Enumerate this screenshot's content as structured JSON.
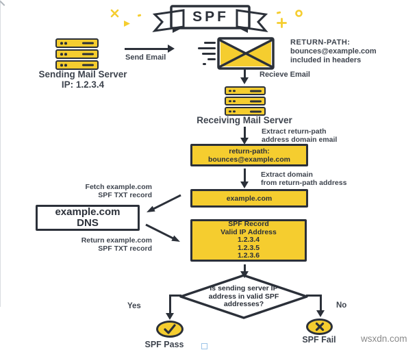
{
  "palette": {
    "yellow": "#F5CD2F",
    "outline": "#2B3039",
    "text": "#3E444E",
    "watermark": "#8A8A8A",
    "blue": "#9DC4E8"
  },
  "banner": {
    "title": "SPF"
  },
  "sender": {
    "title": "Sending Mail Server",
    "subtitle": "IP: 1.2.3.4"
  },
  "receiver": {
    "title": "Receiving Mail Server"
  },
  "envelope_note": {
    "lines": [
      "RETURN-PATH:",
      "bounces@example.com",
      "included in headers"
    ]
  },
  "edges": {
    "send_email": "Send Email",
    "receive_email": "Recieve Email",
    "extract_return_path": {
      "lines": [
        "Extract return-path",
        "address domain email"
      ]
    },
    "extract_domain": {
      "lines": [
        "Extract domain",
        "from return-path address"
      ]
    },
    "fetch_record": {
      "lines": [
        "Fetch example.com",
        "SPF TXT record"
      ]
    },
    "return_record": {
      "lines": [
        "Return example.com",
        "SPF TXT record"
      ]
    },
    "yes": "Yes",
    "no": "No"
  },
  "boxes": {
    "return_path": {
      "lines": [
        "return-path:",
        "bounces@example.com"
      ]
    },
    "domain": "example.com",
    "dns": {
      "lines": [
        "example.com",
        "DNS"
      ]
    },
    "spf_record": {
      "lines": [
        "SPF Record",
        "Valid IP Address",
        "1.2.3.4",
        "1.2.3.5",
        "1.2.3.6"
      ]
    }
  },
  "decision": {
    "lines": [
      "Is sending server IP",
      "address in valid SPF",
      "addresses?"
    ]
  },
  "outcomes": {
    "pass": "SPF Pass",
    "fail": "SPF Fail"
  },
  "watermark": "wsxdn.com",
  "icons": {
    "sender": "mail-server-icon",
    "email": "flying-envelope-icon",
    "receiver": "mail-server-icon",
    "pass": "check-icon",
    "fail": "cross-icon"
  }
}
